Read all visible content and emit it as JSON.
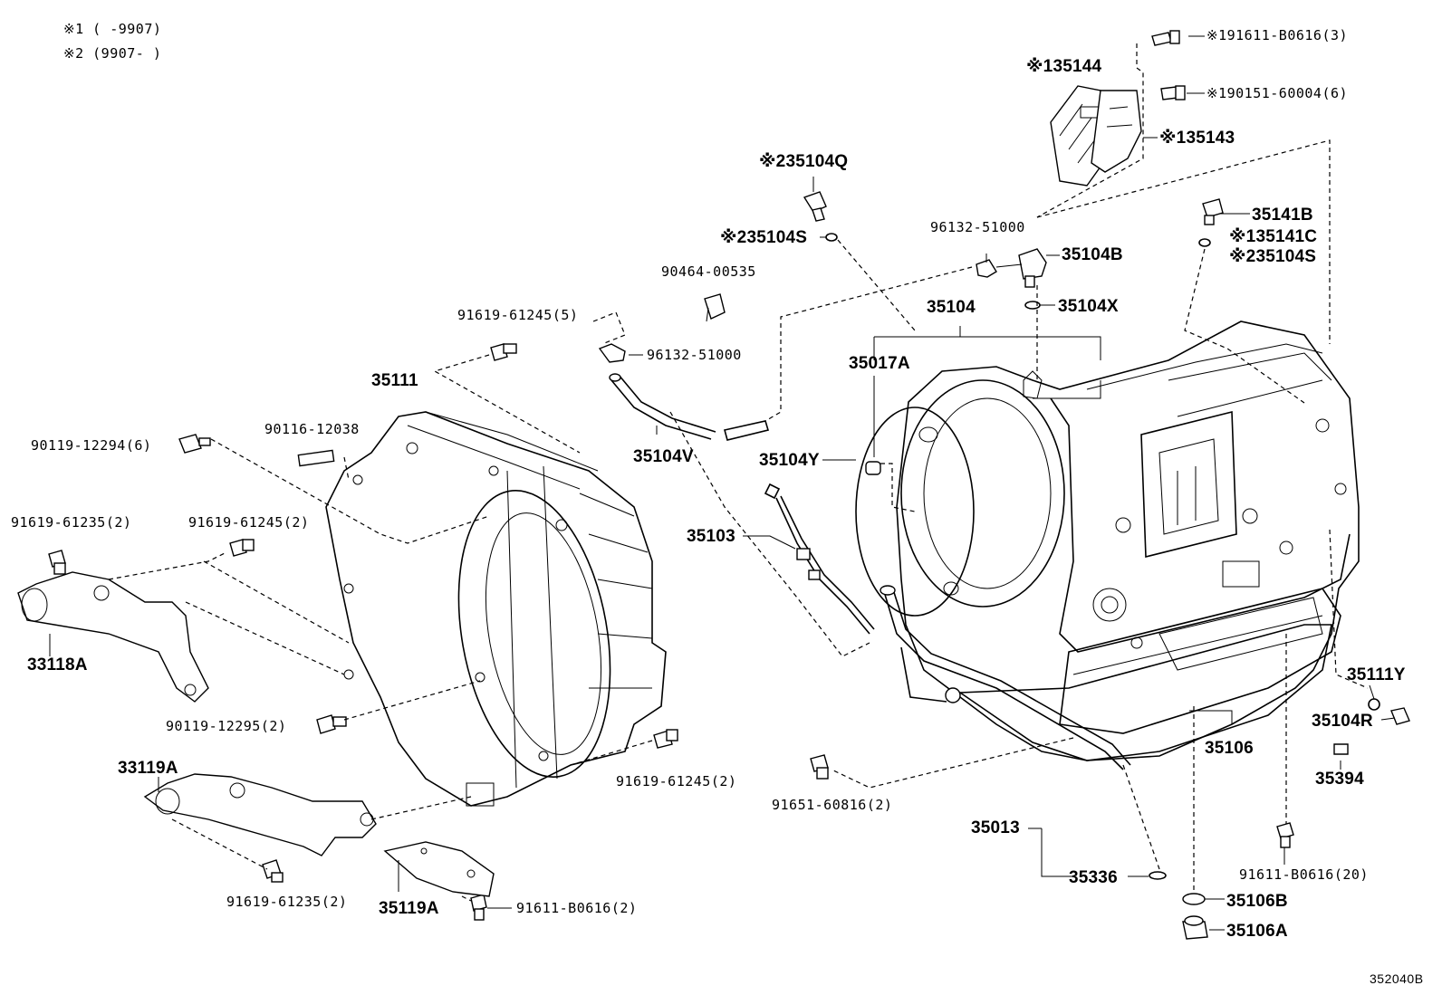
{
  "notes": {
    "note1": "※1 (      -9907)",
    "note2": "※2 (9907-      )"
  },
  "labels": {
    "p191611": "※191611-B0616(3)",
    "p190151": "※190151-60004(6)",
    "p35144": "※135144",
    "p35143": "※135143",
    "p35104Q": "※235104Q",
    "p35104S_a": "※235104S",
    "p96132_a": "96132-51000",
    "p35104B": "35104B",
    "p35141B": "35141B",
    "p35141C": "※135141C",
    "p35104S_b": "※235104S",
    "p90464": "90464-00535",
    "p91619_5": "91619-61245(5)",
    "p96132_b": "96132-51000",
    "p35104X": "35104X",
    "p35104": "35104",
    "p35111": "35111",
    "p35017A": "35017A",
    "p90116": "90116-12038",
    "p90119_6": "90119-12294(6)",
    "p35104V": "35104V",
    "p35104Y": "35104Y",
    "p91619_35_a": "91619-61235(2)",
    "p91619_45_a": "91619-61245(2)",
    "p35103": "35103",
    "p33118A": "33118A",
    "p90119_2": "90119-12295(2)",
    "p35111Y": "35111Y",
    "p35104R": "35104R",
    "p33119A": "33119A",
    "p91619_45_b": "91619-61245(2)",
    "p35106": "35106",
    "p91651": "91651-60816(2)",
    "p35394": "35394",
    "p35013": "35013",
    "p91619_35_b": "91619-61235(2)",
    "p35119A": "35119A",
    "p91611_2": "91611-B0616(2)",
    "p35336": "35336",
    "p91611_20": "91611-B0616(20)",
    "p35106B": "35106B",
    "p35106A": "35106A"
  },
  "figure_id": "352040B"
}
